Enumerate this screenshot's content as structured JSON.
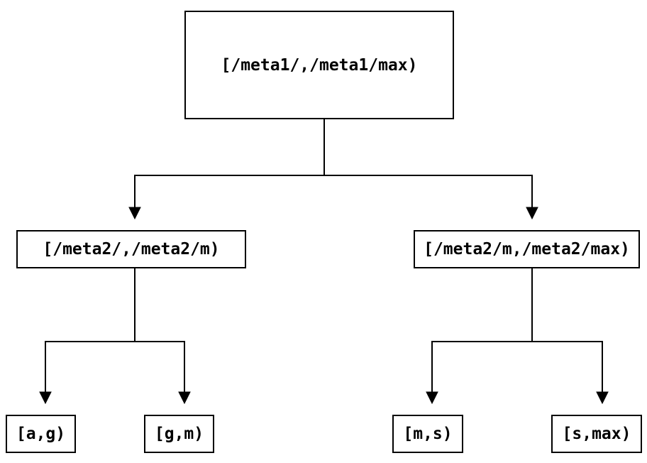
{
  "diagram": {
    "type": "binary-interval-tree",
    "background_color": "#ffffff",
    "line_color": "#000000",
    "text_color": "#000000",
    "nodes": {
      "root": {
        "label": "[/meta1/,/meta1/max)"
      },
      "left_child": {
        "label": "[/meta2/,/meta2/m)"
      },
      "right_child": {
        "label": "[/meta2/m,/meta2/max)"
      },
      "leaf_ag": {
        "label": "[a,g)"
      },
      "leaf_gm": {
        "label": "[g,m)"
      },
      "leaf_ms": {
        "label": "[m,s)"
      },
      "leaf_smax": {
        "label": "[s,max)"
      }
    },
    "edges": [
      {
        "from": "root",
        "to": "left_child"
      },
      {
        "from": "root",
        "to": "right_child"
      },
      {
        "from": "left_child",
        "to": "leaf_ag"
      },
      {
        "from": "left_child",
        "to": "leaf_gm"
      },
      {
        "from": "right_child",
        "to": "leaf_ms"
      },
      {
        "from": "right_child",
        "to": "leaf_smax"
      }
    ]
  }
}
